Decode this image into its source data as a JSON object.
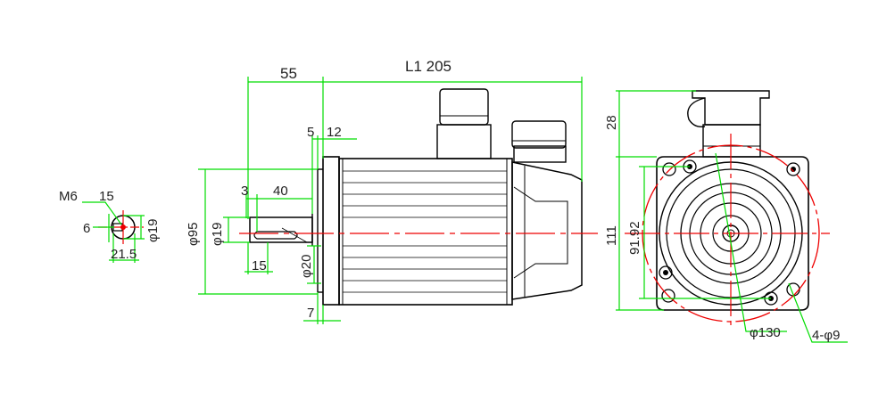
{
  "colors": {
    "outline": "#000000",
    "dimension": "#00dd00",
    "centerline": "#ee0000",
    "text": "#222222"
  },
  "labels": {
    "shaft_end_view": {
      "thread": "M6",
      "thread_depth": "15",
      "key_depth": "6",
      "shaft_dia": "φ19",
      "key_height": "21.5"
    },
    "side_view": {
      "flange_to_shaft_end": "55",
      "body_length": "L1 205",
      "flange_thk_a": "5",
      "flange_thk_b": "12",
      "key_offset": "3",
      "key_length": "40",
      "pilot_dia": "φ95",
      "shaft_dia": "φ19",
      "key_width": "15",
      "shaft_step_dia": "φ20",
      "flange_base": "7"
    },
    "front_view": {
      "connector_height": "28",
      "square_size": "111",
      "hole_spacing": "91.92",
      "pcd": "φ130",
      "mount_holes": "4-φ9"
    }
  }
}
